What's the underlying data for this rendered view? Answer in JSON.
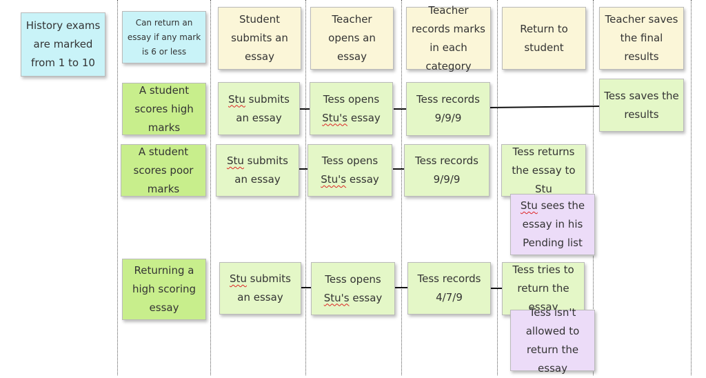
{
  "rule_note": "History exams are marked from 1 to 10",
  "constraint_note": "Can return an essay if any mark is 6 or less",
  "steps": {
    "submit": "Student submits an essay",
    "open": "Teacher opens an essay",
    "record": "Teacher records marks in each category",
    "return": "Return to student",
    "save": "Teacher saves the final results"
  },
  "scenarios": {
    "high_marks": "A student scores high marks",
    "poor_marks": "A student scores poor marks",
    "return_high": "Returning a high scoring essay"
  },
  "row_high": {
    "submit": "Stu submits an essay",
    "open": "Tess opens Stu's essay",
    "record": "Tess records 9/9/9",
    "save": "Tess saves the results"
  },
  "row_poor": {
    "submit": "Stu submits an essay",
    "open": "Tess opens Stu's essay",
    "record": "Tess records 9/9/9",
    "return": "Tess returns the essay to Stu",
    "outcome": "Stu sees the essay in his Pending list"
  },
  "row_return": {
    "submit": "Stu submits an essay",
    "open": "Tess opens Stu's essay",
    "record": "Tess records 4/7/9",
    "return": "Tess tries to return the essay",
    "outcome": "Tess isn't allowed to return the essay"
  },
  "colors": {
    "cyan": "#c9f3f8",
    "cream": "#fbf6d8",
    "lime": "#c8ee8c",
    "green": "#e4f7c7",
    "lilac": "#ecdcf8"
  }
}
